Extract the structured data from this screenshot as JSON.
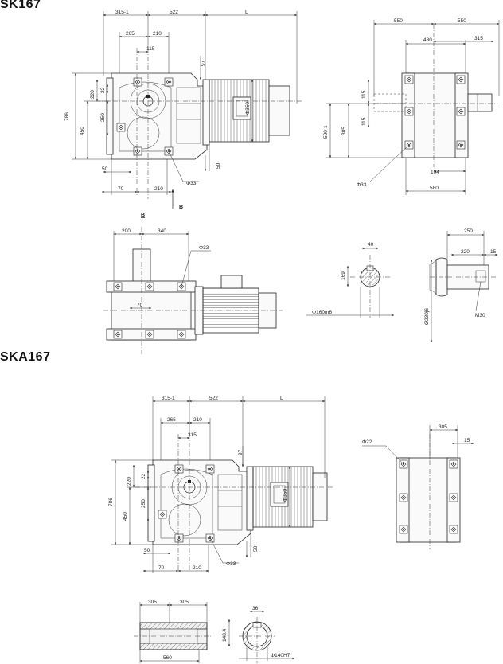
{
  "titles": {
    "sk": "SK167",
    "ska": "SKA167"
  },
  "view_labels": {
    "b_section": "B",
    "b_arrow": "B"
  },
  "sk_front": {
    "d315": "315-1",
    "d522": "522",
    "dL": "L",
    "d265": "265",
    "d210t": "210",
    "d115": "115",
    "d786": "786",
    "d450": "450",
    "d220": "220",
    "d22": "22",
    "d250": "250",
    "d97": "97",
    "dphi": "Φ350",
    "d50r": "50",
    "d50l": "50",
    "d70": "70",
    "d210b": "210",
    "d33": "Φ33"
  },
  "sk_side": {
    "d550l": "550",
    "d550r": "550",
    "d480": "480",
    "d315": "315",
    "d115a": "115",
    "d115b": "115",
    "d385": "385",
    "d500": "500-1",
    "d104": "104",
    "d580": "580",
    "d33": "Φ33"
  },
  "sk_bottom": {
    "d200": "200",
    "d340": "340",
    "d33": "Φ33",
    "d70": "70"
  },
  "sk_shaft": {
    "d40": "40",
    "d169": "169",
    "dphi": "Φ160m6"
  },
  "sk_flange": {
    "d250": "250",
    "d220": "220",
    "d15": "15",
    "dphi": "Ø230j6",
    "dm": "M30"
  },
  "ska_front": {
    "d315": "315-1",
    "d522": "522",
    "dL": "L",
    "d265": "265",
    "d210t": "210",
    "d315b": "315",
    "d786": "786",
    "d450": "450",
    "d220": "220",
    "d22": "22",
    "d250": "250",
    "d97": "97",
    "dphi": "Φ350",
    "d50r": "50",
    "d50l": "50",
    "d70": "70",
    "d210b": "210",
    "d33": "Φ33"
  },
  "ska_side": {
    "d305": "305",
    "d15": "15",
    "d22": "Φ22"
  },
  "ska_hollow": {
    "d305a": "305",
    "d305b": "305",
    "d560": "560"
  },
  "ska_bore": {
    "d36": "36",
    "d148": "148.4",
    "dphi": "Φ140H7"
  }
}
